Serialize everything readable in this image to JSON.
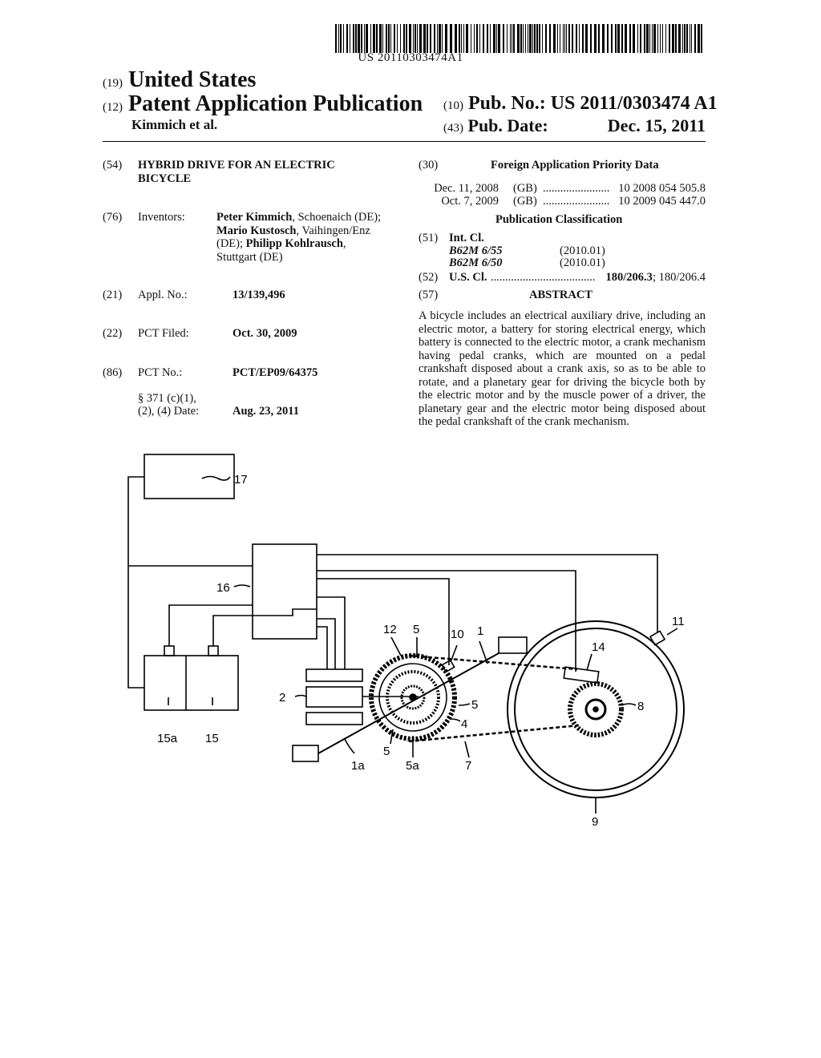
{
  "header": {
    "barcode_number": "US 20110303474A1",
    "code_19": "(19)",
    "country": "United States",
    "code_12": "(12)",
    "doc_type": "Patent Application Publication",
    "inventors_short": "Kimmich et al.",
    "code_10": "(10)",
    "pub_no_label": "Pub. No.:",
    "pub_no": "US 2011/0303474 A1",
    "code_43": "(43)",
    "pub_date_label": "Pub. Date:",
    "pub_date": "Dec. 15, 2011"
  },
  "left": {
    "title_code": "(54)",
    "title_line1": "HYBRID DRIVE FOR AN ELECTRIC",
    "title_line2": "BICYCLE",
    "inventors_code": "(76)",
    "inventors_label": "Inventors:",
    "inv1_name": "Peter Kimmich",
    "inv1_loc": ", Schoenaich (DE);",
    "inv2_name": "Mario Kustosch",
    "inv2_loc": ", Vaihingen/Enz",
    "inv3_pre": "(DE); ",
    "inv3_name": "Philipp Kohlrausch",
    "inv3_loc": ",",
    "inv3_city": "Stuttgart (DE)",
    "appl_code": "(21)",
    "appl_label": "Appl. No.:",
    "appl_value": "13/139,496",
    "pct_filed_code": "(22)",
    "pct_filed_label": "PCT Filed:",
    "pct_filed_value": "Oct. 30, 2009",
    "pct_no_code": "(86)",
    "pct_no_label": "PCT No.:",
    "pct_no_value": "PCT/EP09/64375",
    "s371_line1": "§ 371 (c)(1),",
    "s371_line2": "(2), (4) Date:",
    "s371_value": "Aug. 23, 2011"
  },
  "right": {
    "foreign_code": "(30)",
    "foreign_title": "Foreign Application Priority Data",
    "priorities": [
      {
        "date": "Dec. 11, 2008",
        "country": "(GB)",
        "dots": ".......................",
        "number": "10 2008 054 505.8"
      },
      {
        "date": "Oct. 7, 2009",
        "country": "(GB)",
        "dots": ".......................",
        "number": "10 2009 045 447.0"
      }
    ],
    "pubclass_title": "Publication Classification",
    "intcl_code": "(51)",
    "intcl_label": "Int. Cl.",
    "intcl": [
      {
        "cls": "B62M 6/55",
        "year": "(2010.01)"
      },
      {
        "cls": "B62M 6/50",
        "year": "(2010.01)"
      }
    ],
    "uscl_code": "(52)",
    "uscl_label": "U.S. Cl.",
    "uscl_dots": "....................................",
    "uscl_main": "180/206.3",
    "uscl_rest": "; 180/206.4",
    "abstract_code": "(57)",
    "abstract_title": "ABSTRACT",
    "abstract_text": "A bicycle includes an electrical auxiliary drive, including an electric motor, a battery for storing electrical energy, which battery is connected to the electric motor, a crank mechanism having pedal cranks, which are mounted on a pedal crankshaft disposed about a crank axis, so as to be able to rotate, and a planetary gear for driving the bicycle both by the electric motor and by the muscle power of a driver, the planetary gear and the electric motor being disposed about the pedal crankshaft of the crank mechanism."
  },
  "figure": {
    "labels": {
      "l17": "17",
      "l16": "16",
      "l12": "12",
      "l5top": "5",
      "l10": "10",
      "l1": "1",
      "l11": "11",
      "l14": "14",
      "l2": "2",
      "l5right": "5",
      "l4": "4",
      "l8": "8",
      "l15a": "15a",
      "l15": "15",
      "l1a": "1a",
      "l5bottom": "5",
      "l5a": "5a",
      "l7": "7",
      "l9": "9"
    }
  }
}
